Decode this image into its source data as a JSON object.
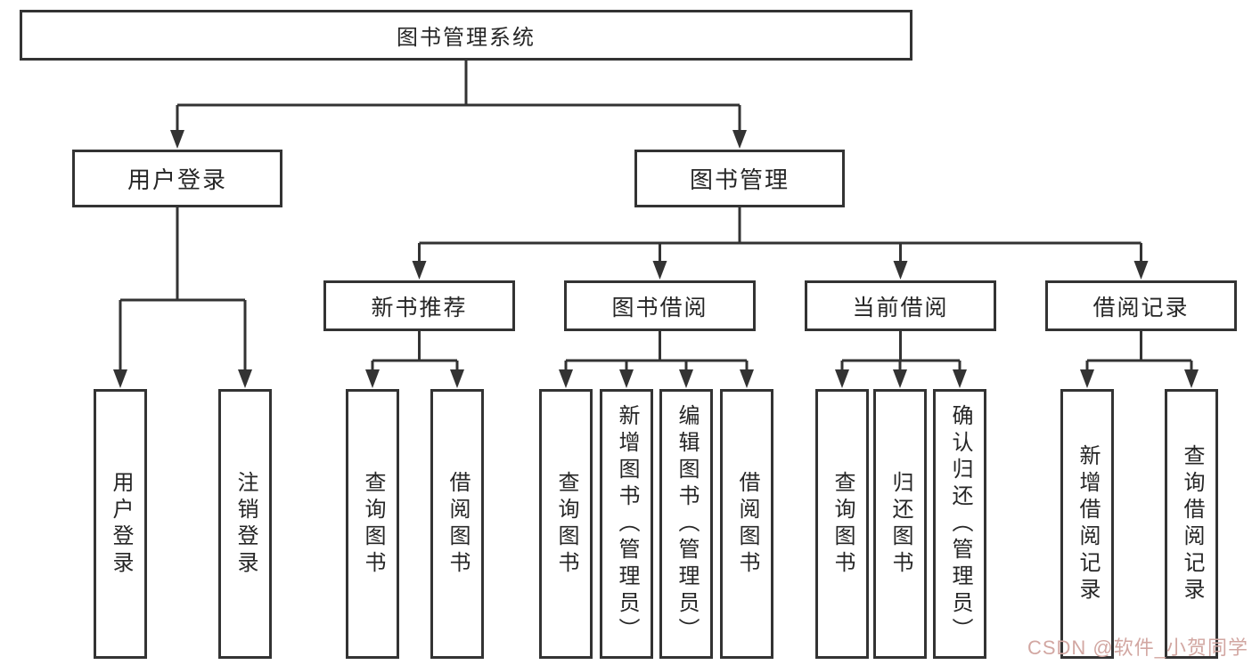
{
  "diagram_title": "图书管理系统",
  "tree": {
    "root": {
      "label": "图书管理系统"
    },
    "level2": [
      {
        "id": "user-login",
        "label": "用户登录"
      },
      {
        "id": "book-management",
        "label": "图书管理"
      }
    ],
    "level3": [
      {
        "id": "new-book-recommend",
        "label": "新书推荐",
        "parent": "图书管理"
      },
      {
        "id": "book-borrowing",
        "label": "图书借阅",
        "parent": "图书管理"
      },
      {
        "id": "current-borrowing",
        "label": "当前借阅",
        "parent": "图书管理"
      },
      {
        "id": "borrowing-records",
        "label": "借阅记录",
        "parent": "图书管理"
      }
    ],
    "leaves": [
      {
        "label": "用户登录",
        "parent": "用户登录"
      },
      {
        "label": "注销登录",
        "parent": "用户登录"
      },
      {
        "label": "查询图书",
        "parent": "新书推荐"
      },
      {
        "label": "借阅图书",
        "parent": "新书推荐"
      },
      {
        "label": "查询图书",
        "parent": "图书借阅"
      },
      {
        "label": "新增图书（管理员）",
        "parent": "图书借阅"
      },
      {
        "label": "编辑图书（管理员）",
        "parent": "图书借阅"
      },
      {
        "label": "借阅图书",
        "parent": "图书借阅"
      },
      {
        "label": "查询图书",
        "parent": "当前借阅"
      },
      {
        "label": "归还图书",
        "parent": "当前借阅"
      },
      {
        "label": "确认归还（管理员）",
        "parent": "当前借阅"
      },
      {
        "label": "新增借阅记录",
        "parent": "借阅记录"
      },
      {
        "label": "查询借阅记录",
        "parent": "借阅记录"
      }
    ]
  },
  "watermark": {
    "text": "CSDN @软件_小贺同学",
    "color": "#d2a7a2"
  },
  "colors": {
    "line": "#333333",
    "box_border": "#333333",
    "box_background": "#ffffff",
    "text": "#262626",
    "page_background": "#ffffff"
  }
}
